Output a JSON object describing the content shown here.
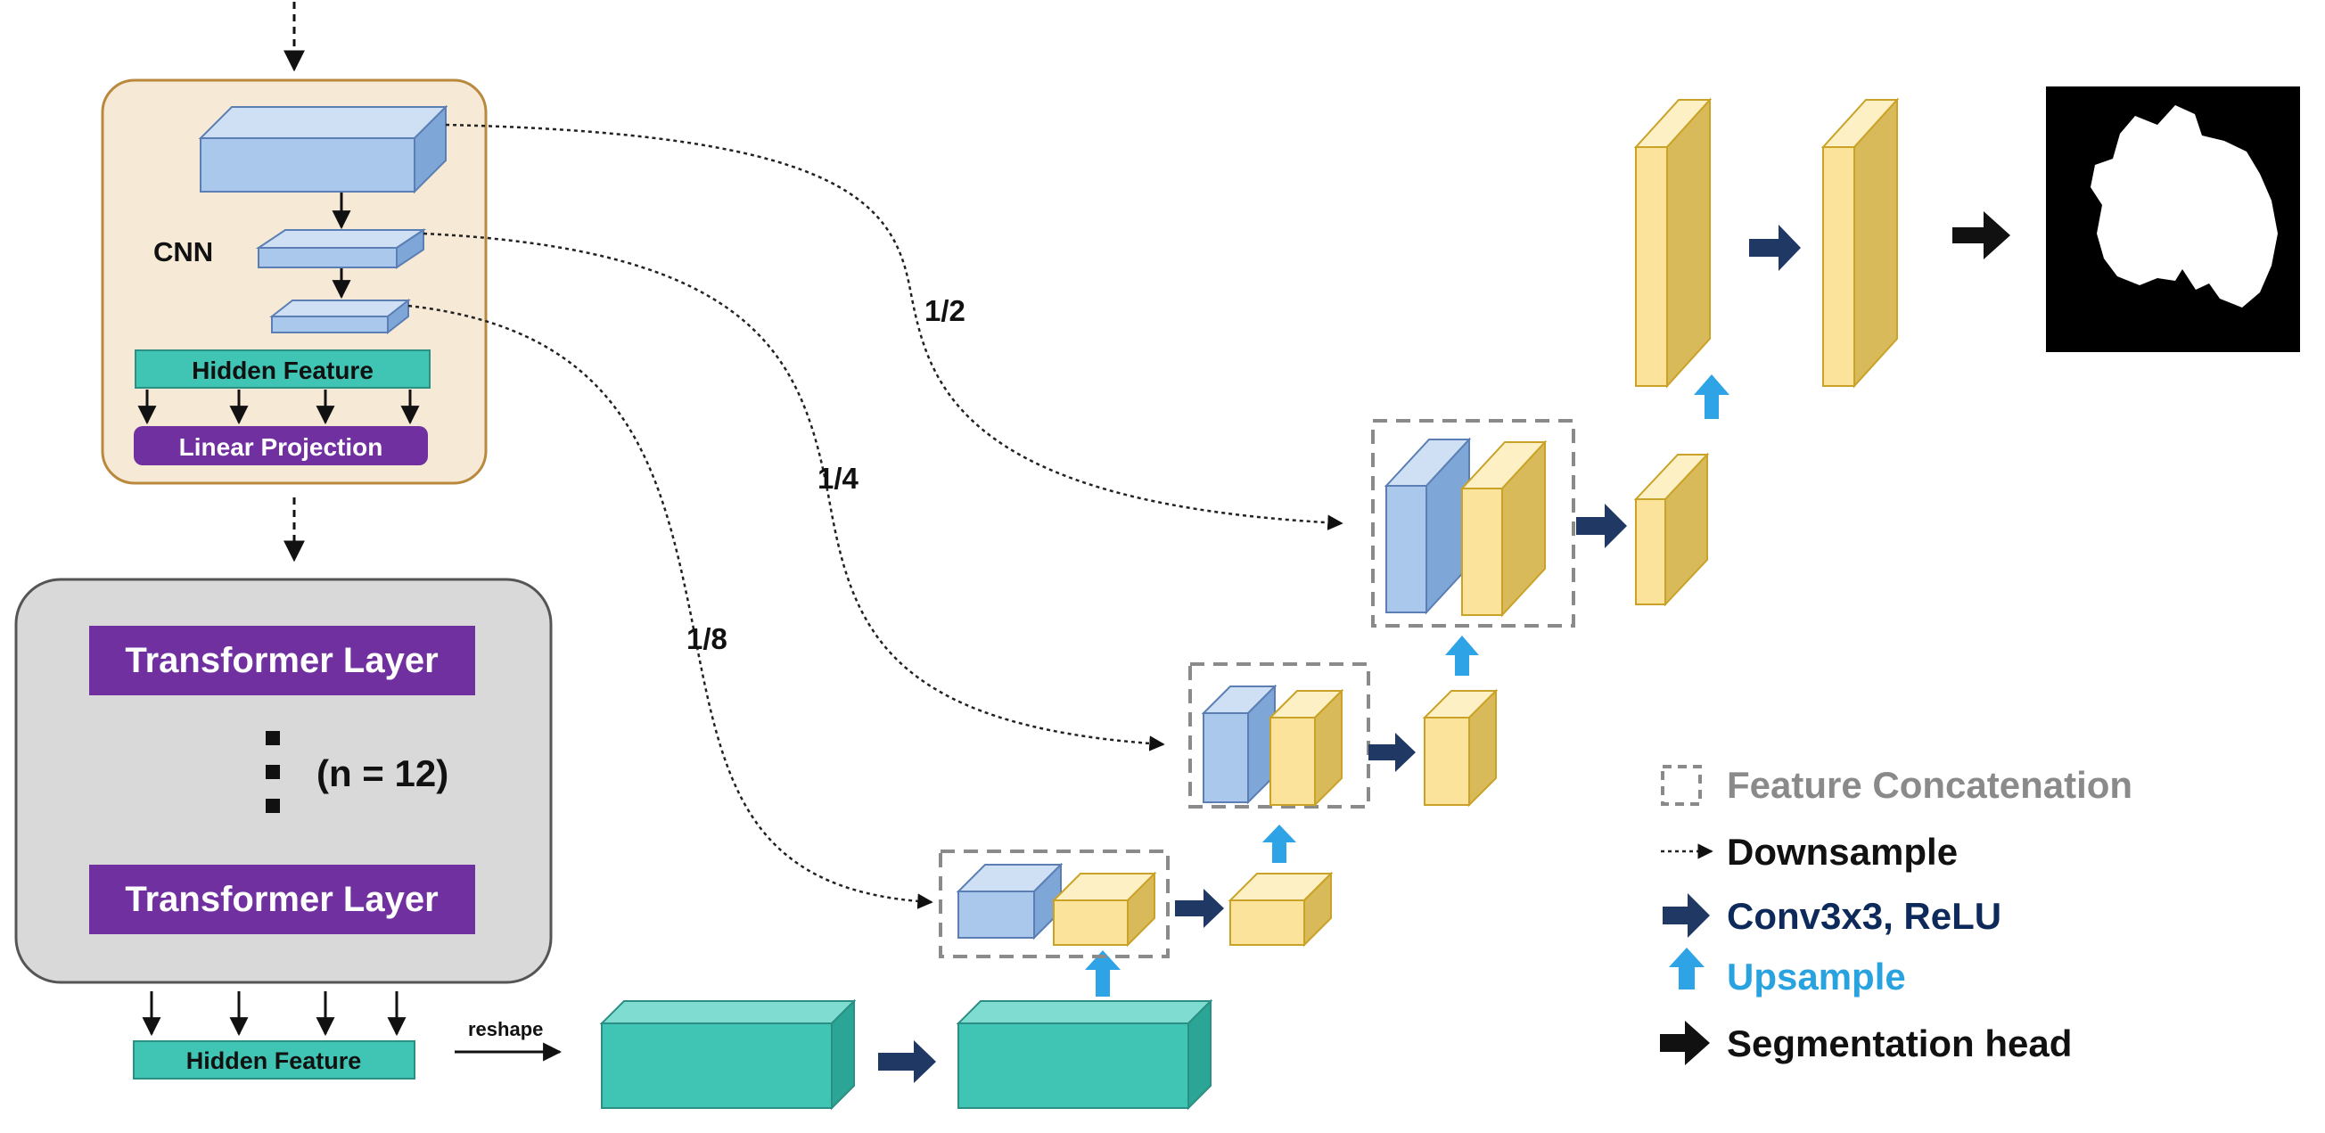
{
  "encoder": {
    "cnn_label": "CNN",
    "hidden_feature_top": "Hidden Feature",
    "linear_projection": "Linear Projection"
  },
  "transformer": {
    "layer_top": "Transformer Layer",
    "repeat_label": "(n = 12)",
    "layer_bottom": "Transformer Layer"
  },
  "bottom": {
    "hidden_feature": "Hidden Feature",
    "reshape_label": "reshape"
  },
  "skips": {
    "half": "1/2",
    "quarter": "1/4",
    "eighth": "1/8"
  },
  "legend": {
    "concat": "Feature Concatenation",
    "downsample": "Downsample",
    "conv": "Conv3x3, ReLU",
    "upsample": "Upsample",
    "seghead": "Segmentation head"
  },
  "colors": {
    "blue_block": "#a9c8ec",
    "yellow_block": "#fbe39b",
    "teal_block": "#40c4b4",
    "purple_bar": "#7030a0",
    "encoder_bg": "#f6e9d6",
    "transformer_bg": "#d9d9d9",
    "conv_arrow": "#1f3864",
    "upsample_arrow": "#2ea3e5",
    "conv_text": "#0e2a5a",
    "upsample_text": "#29a3e0",
    "concat_text": "#8a8a8a"
  }
}
